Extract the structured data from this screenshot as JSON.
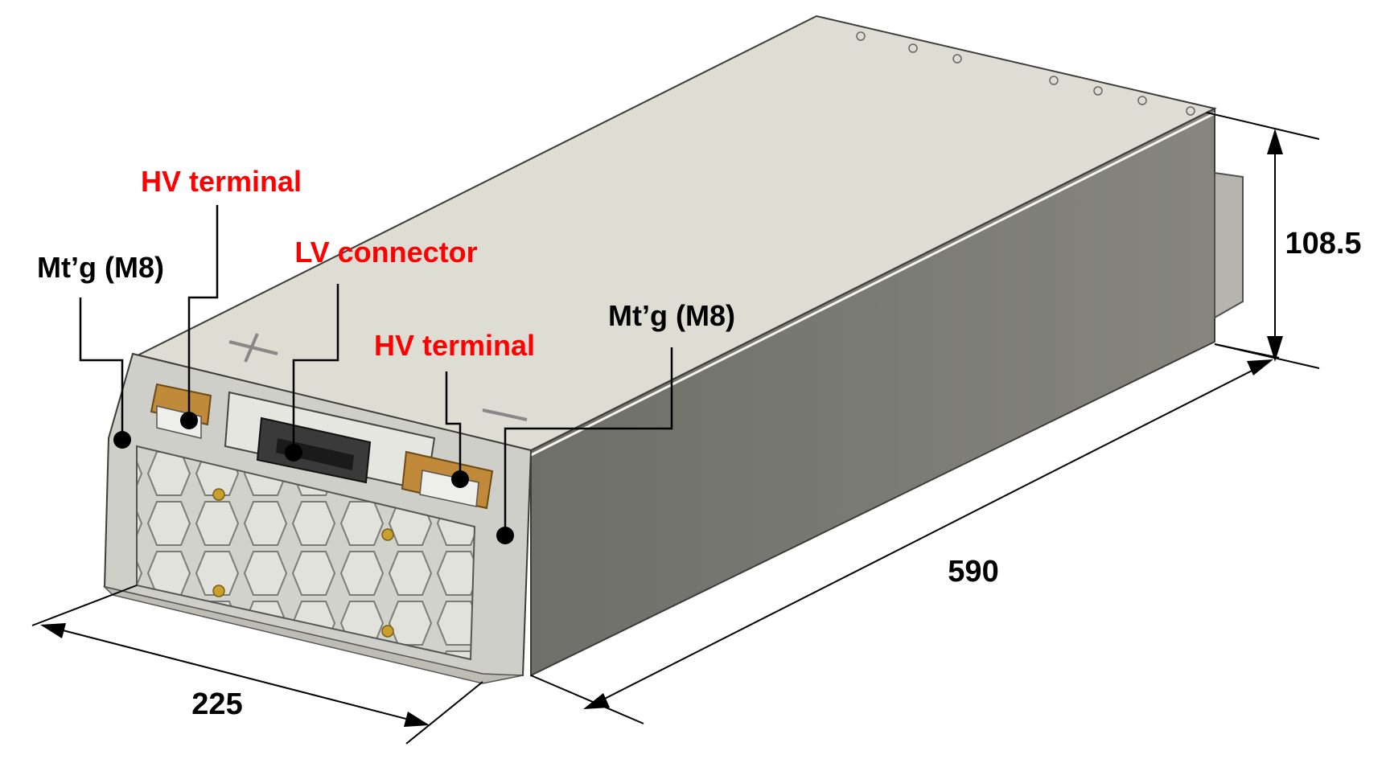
{
  "annotations": {
    "hv_terminal_left": "HV terminal",
    "lv_connector": "LV connector",
    "hv_terminal_right": "HV terminal",
    "mtg_left": "Mt’g (M8)",
    "mtg_right": "Mt’g (M8)"
  },
  "dimensions": {
    "height": "108.5",
    "length": "590",
    "width": "225"
  },
  "colors": {
    "callout_red": "#ff0000",
    "callout_black": "#000000",
    "top_face": "#deddd3",
    "side_face": "#7a7a74",
    "end_face": "#d0d0ca",
    "terminal_copper": "#c08a3a",
    "bolt_gold": "#c9a030"
  }
}
